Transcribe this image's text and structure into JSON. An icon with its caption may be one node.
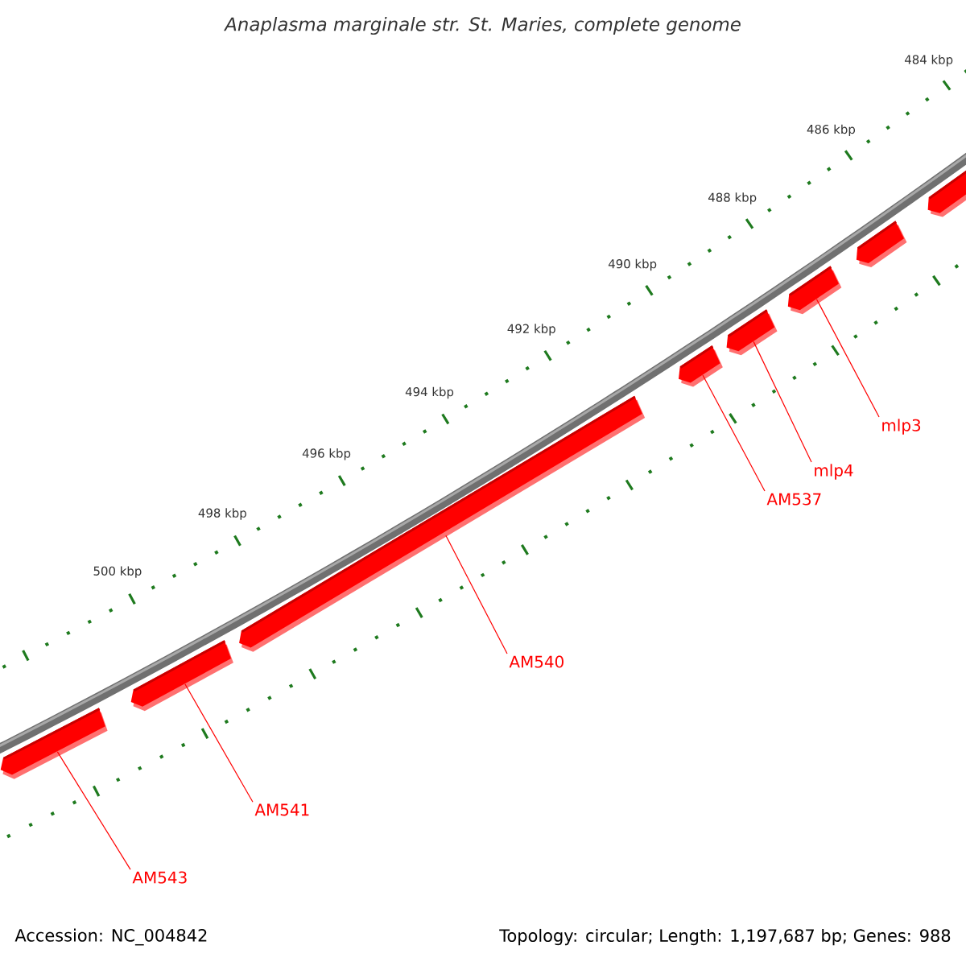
{
  "diagram": {
    "title": "Anaplasma marginale str. St. Maries, complete genome",
    "nodes": [
      {
        "text": [],
        "shape": "bar"
      },
      {
        "text": [],
        "shape": "bar"
      },
      {
        "text": [],
        "shape": "bar"
      },
      {
        "text": [],
        "shape": "bar"
      },
      {
        "text": [],
        "shape": "bar"
      },
      {
        "text": [],
        "shape": "bar"
      },
      {
        "text": [],
        "shape": "bar"
      },
      {
        "text": [],
        "shape": "bar"
      },
      {
        "text": [
          "mlp3"
        ]
      },
      {
        "text": [
          "mlp4"
        ]
      },
      {
        "text": [
          "AM537"
        ]
      },
      {
        "text": [
          "AM540"
        ]
      },
      {
        "text": [
          "AM541"
        ]
      },
      {
        "text": [
          "AM543"
        ]
      }
    ],
    "edges": [
      {
        "from": 8,
        "to": 2,
        "arrow": "none"
      },
      {
        "from": 9,
        "to": 3,
        "arrow": "none"
      },
      {
        "from": 10,
        "to": 4,
        "arrow": "none"
      },
      {
        "from": 11,
        "to": 5,
        "arrow": "none"
      },
      {
        "from": 12,
        "to": 6,
        "arrow": "none"
      },
      {
        "from": 13,
        "to": 7,
        "arrow": "none"
      }
    ],
    "labels": [
      "484 kbp",
      "486 kbp",
      "488 kbp",
      "490 kbp",
      "492 kbp",
      "494 kbp",
      "496 kbp",
      "498 kbp",
      "500 kbp",
      "Accession: NC_004842",
      "Topology: circular; Length: 1,197,687 bp; Genes: 988"
    ]
  }
}
